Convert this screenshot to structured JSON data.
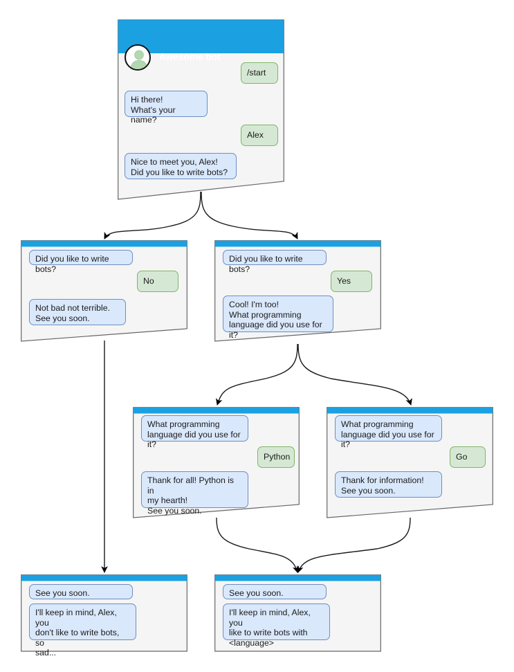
{
  "diagram": {
    "type": "bot-conversation-flowchart",
    "colors": {
      "header_bar": "#1ba1e2",
      "node_body": "#f5f5f5",
      "node_border": "#666666",
      "bot_bubble_fill": "#dae8fc",
      "bot_bubble_stroke": "#6c8ebf",
      "user_bubble_fill": "#d5e8d4",
      "user_bubble_stroke": "#82b366",
      "edge": "#000000",
      "avatar_person": "#b2d8b2",
      "title_text": "#ffffff"
    },
    "avatar_icon": "person-avatar-icon"
  },
  "nodes": [
    {
      "id": "start",
      "title": "Awesome bot",
      "has_header": true,
      "messages": [
        {
          "side": "user",
          "text": "/start"
        },
        {
          "side": "bot",
          "text": "Hi there!\nWhat's your name?"
        },
        {
          "side": "user",
          "text": "Alex"
        },
        {
          "side": "bot",
          "text": "Nice to meet you, Alex!\nDid you like to write bots?"
        }
      ]
    },
    {
      "id": "answer-no",
      "title": "",
      "has_header": false,
      "messages": [
        {
          "side": "bot",
          "text": "Did you like to write bots?"
        },
        {
          "side": "user",
          "text": "No"
        },
        {
          "side": "bot",
          "text": "Not bad not terrible.\nSee you soon."
        }
      ]
    },
    {
      "id": "answer-yes",
      "title": "",
      "has_header": false,
      "messages": [
        {
          "side": "bot",
          "text": "Did you like to write bots?"
        },
        {
          "side": "user",
          "text": "Yes"
        },
        {
          "side": "bot",
          "text": "Cool! I'm too!\nWhat programming\nlanguage did you use for it?"
        }
      ]
    },
    {
      "id": "language-python",
      "title": "",
      "has_header": false,
      "messages": [
        {
          "side": "bot",
          "text": "What programming\nlanguage did you use for it?"
        },
        {
          "side": "user",
          "text": "Python"
        },
        {
          "side": "bot",
          "text": "Thank for all! Python is in\nmy hearth!\nSee you soon."
        }
      ]
    },
    {
      "id": "language-go",
      "title": "",
      "has_header": false,
      "messages": [
        {
          "side": "bot",
          "text": "What programming\nlanguage did you use for it?"
        },
        {
          "side": "user",
          "text": "Go"
        },
        {
          "side": "bot",
          "text": "Thank for information!\nSee you soon."
        }
      ]
    },
    {
      "id": "end-sad",
      "title": "",
      "has_header": false,
      "messages": [
        {
          "side": "bot",
          "text": "See you soon."
        },
        {
          "side": "bot",
          "text": "I'll keep in mind, Alex, you\ndon't like to write bots, so\nsad..."
        }
      ]
    },
    {
      "id": "end-happy",
      "title": "",
      "has_header": false,
      "messages": [
        {
          "side": "bot",
          "text": "See you soon."
        },
        {
          "side": "bot",
          "text": "I'll keep in mind, Alex, you\nlike to write bots with\n<language>"
        }
      ]
    }
  ],
  "edges": [
    {
      "from": "start",
      "to": "answer-no"
    },
    {
      "from": "start",
      "to": "answer-yes"
    },
    {
      "from": "answer-no",
      "to": "end-sad"
    },
    {
      "from": "answer-yes",
      "to": "language-python"
    },
    {
      "from": "answer-yes",
      "to": "language-go"
    },
    {
      "from": "language-python",
      "to": "end-happy"
    },
    {
      "from": "language-go",
      "to": "end-happy"
    }
  ]
}
